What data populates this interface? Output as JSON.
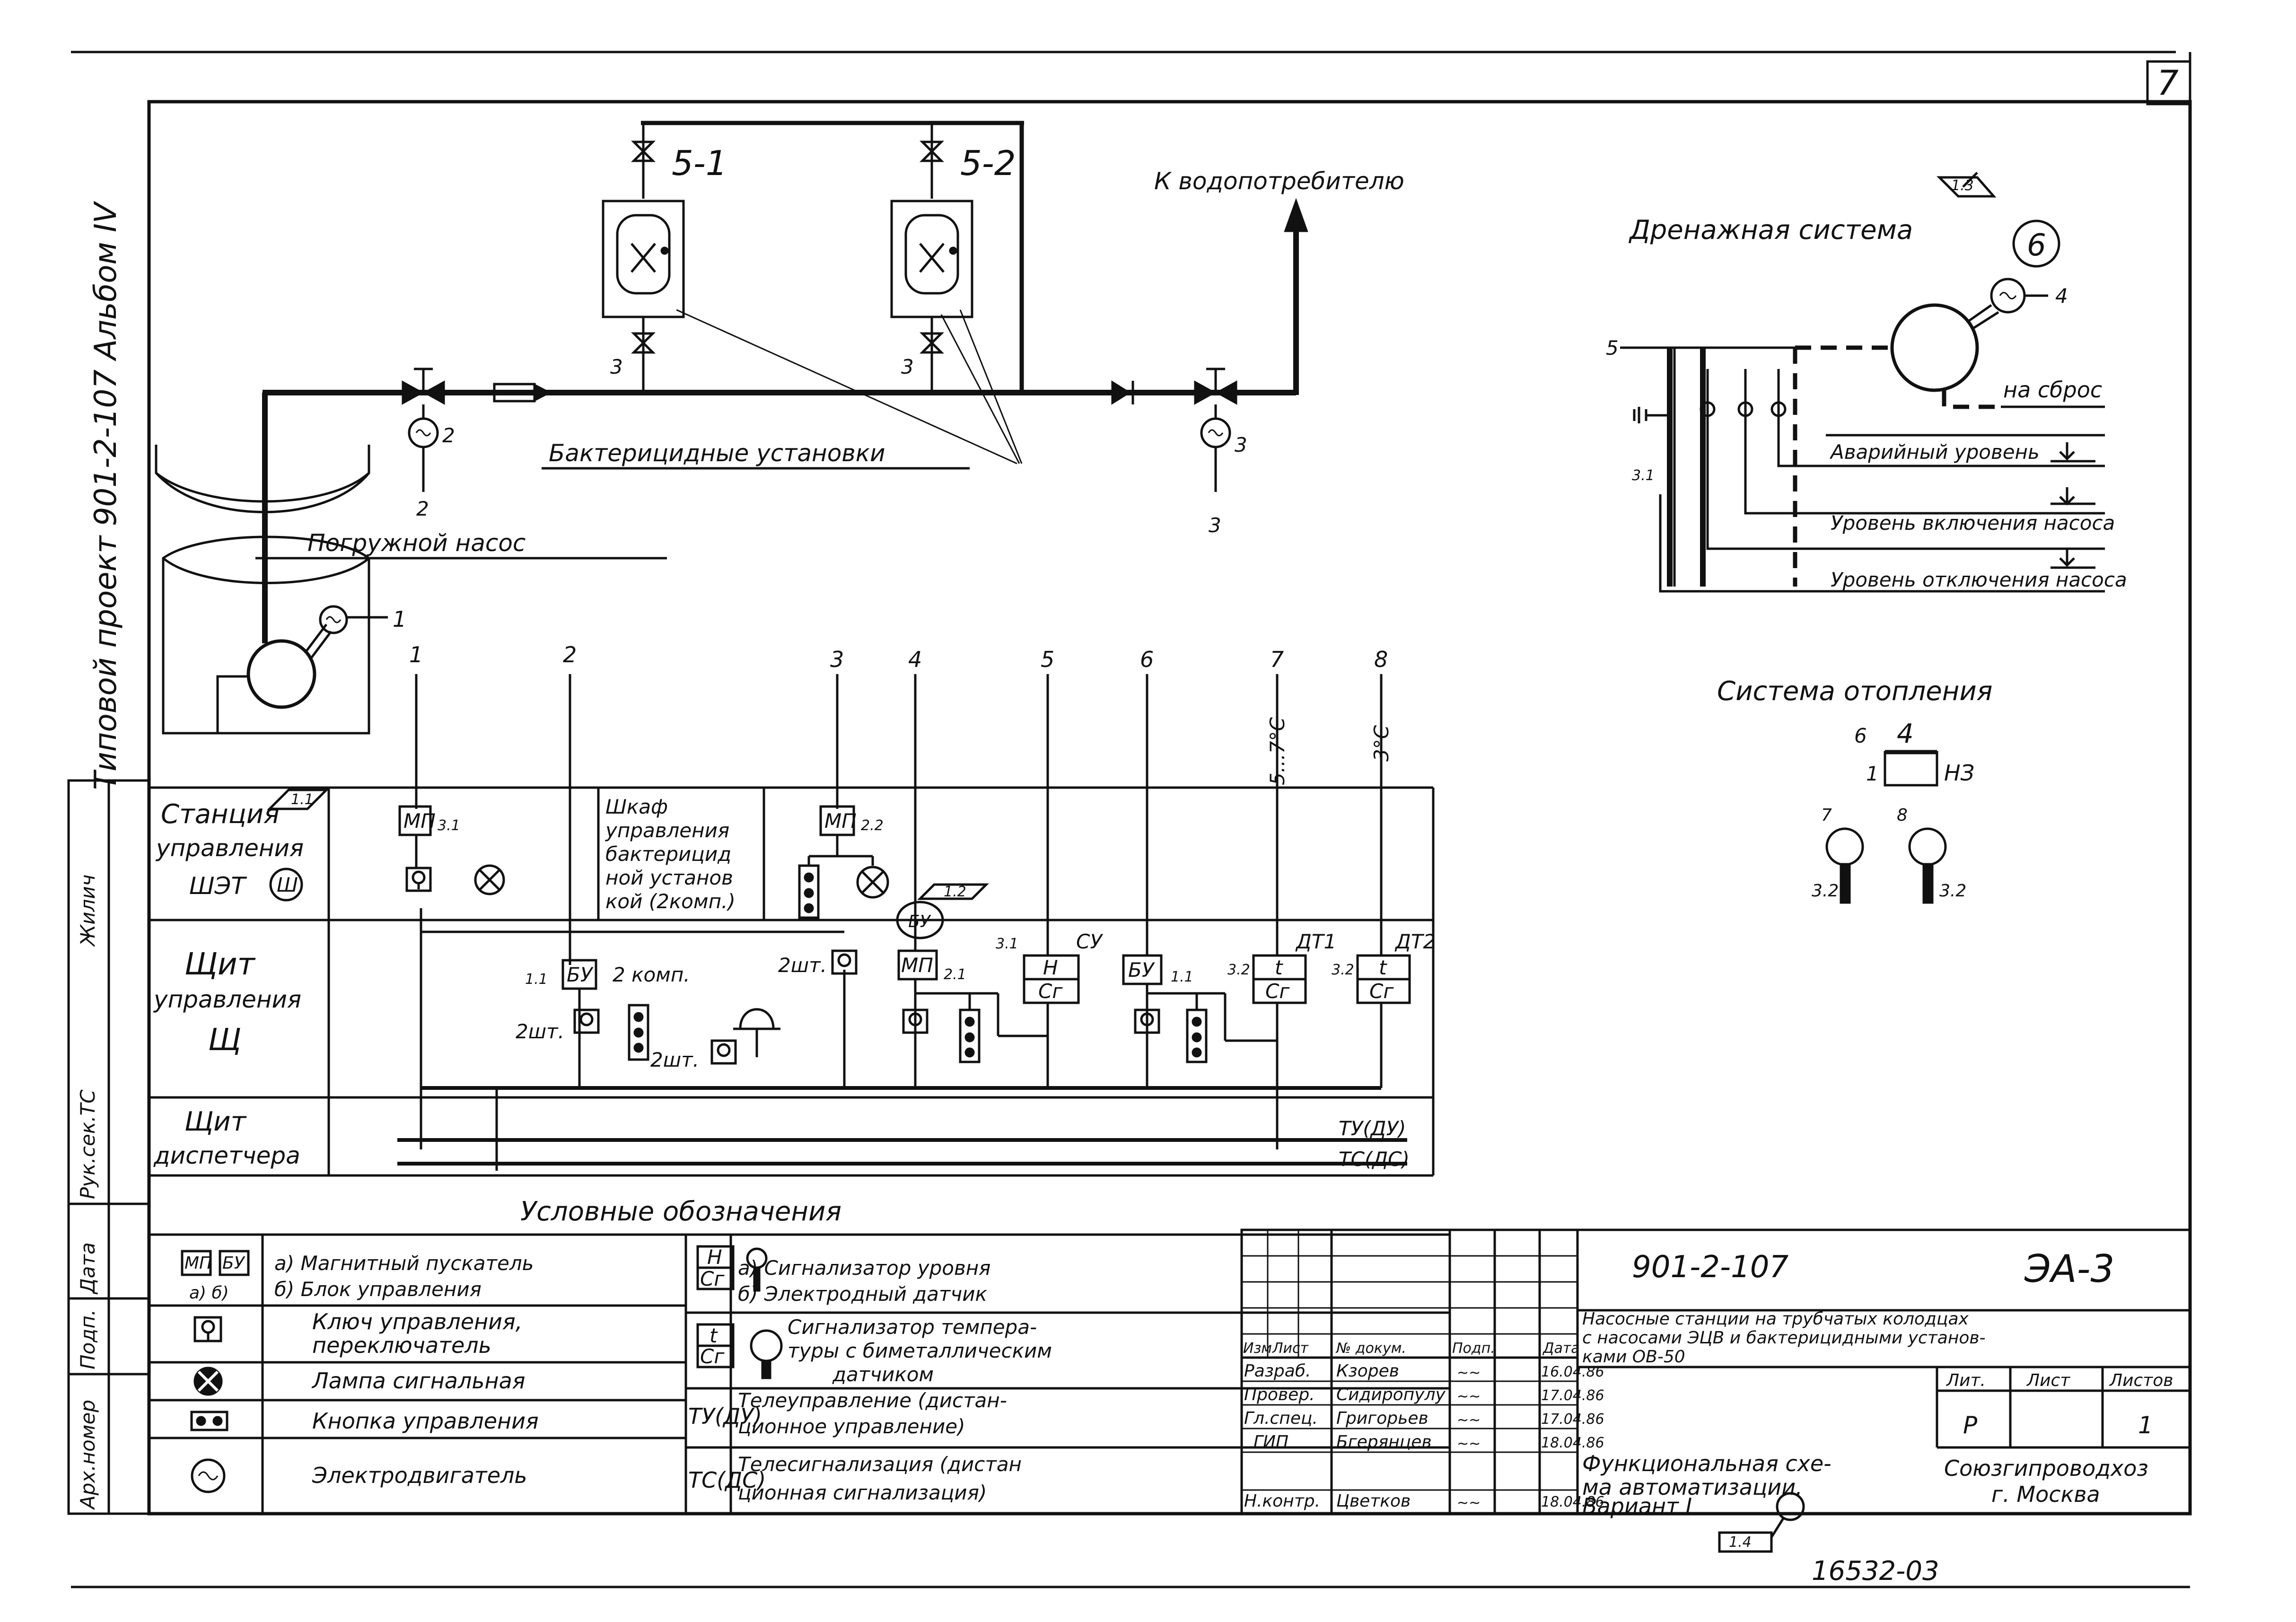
{
  "sheet": {
    "sheet_number": "7",
    "document_code": "901-2-107",
    "drawing_code": "ЭА-3",
    "stamp_number": "16532-03",
    "left_vertical_text": "Типовой проект 901-2-107 Альбом IV",
    "left_strip": [
      "Рук.сек.ТС",
      "Жилич",
      "Дата",
      "Подп.",
      "Арх.номер"
    ]
  },
  "diagram": {
    "bactericidal_units": [
      "5-1",
      "5-2"
    ],
    "to_consumer": "К водопотребителю",
    "bactericidal_label": "Бактерицидные установки",
    "pump_label": "Погружной насос",
    "motor_tags": [
      "1",
      "2",
      "3",
      "2",
      "3",
      "3"
    ],
    "drainage": {
      "title": "Дренажная система",
      "tag": "6",
      "ref": "1.3",
      "motor_tag": "4",
      "bus_tag": "5",
      "node_tag": "3.1",
      "discharge": "на сброс",
      "levels": [
        "Аварийный уровень",
        "Уровень включения насоса",
        "Уровень отключения насоса"
      ]
    },
    "heating": {
      "title": "Система отопления",
      "tag_left": "6",
      "tag_top": "4",
      "tag_no": "НЗ",
      "tag_one": "1",
      "sensors": [
        {
          "tag": "7",
          "sub": "3.2"
        },
        {
          "tag": "8",
          "sub": "3.2"
        }
      ]
    }
  },
  "matrix": {
    "rows": [
      "Станция управления ШЭТ",
      "Щит управления Щ",
      "Щит диспетчера"
    ],
    "row_badge": "Ш",
    "row_ref": "1.1",
    "cabinet": "Шкаф управления бактерицидной установкой (2 комп.)",
    "columns": [
      "1",
      "2",
      "3",
      "4",
      "5",
      "6",
      "7",
      "8"
    ],
    "col_temps": [
      "5...7°С",
      "3°С"
    ],
    "items": {
      "mp1": "МП",
      "mp1_tag": "3.1",
      "mp2": "МП",
      "mp2_tag": "2.2",
      "bu1": "БУ",
      "bu1_tag": "1.1",
      "bu1_note": "2 комп.",
      "sht1": "2шт.",
      "sht2": "2шт.",
      "sht3": "2шт.",
      "mp3": "МП",
      "mp3_tag": "2.1",
      "bu_ref": "1.2",
      "bu_circle": "БУ",
      "su": "СУ",
      "su_tag": "3.1",
      "su_top": "Н",
      "su_bot": "Сг",
      "bu2": "БУ",
      "bu2_tag": "1.1",
      "dt1": "ДТ1",
      "dt1_tag": "3.2",
      "dt1_top": "t",
      "dt1_bot": "Сг",
      "dt2": "ДТ2",
      "dt2_tag": "3.2",
      "dt2_top": "t",
      "dt2_bot": "Сг"
    },
    "bus_labels": [
      "ТУ(ДУ)",
      "ТС(ДС)"
    ]
  },
  "legend": {
    "title": "Условные обозначения",
    "left": [
      {
        "sym": "МП  БУ",
        "sub": "а)   б)",
        "text": "а) Магнитный пускатель\nб) Блок управления"
      },
      {
        "sym": "",
        "text": "Ключ управления, переключатель"
      },
      {
        "sym": "",
        "text": "Лампа сигнальная"
      },
      {
        "sym": "",
        "text": "Кнопка управления"
      },
      {
        "sym": "",
        "text": "Электродвигатель"
      }
    ],
    "right": [
      {
        "sym": "Н/Сг",
        "text": "а) Сигнализатор уровня\nб) Электродный датчик"
      },
      {
        "sym": "t/Сг",
        "text": "Сигнализатор температуры с биметаллическим датчиком"
      },
      {
        "sym": "ТУ(ДУ)",
        "text": "Телеуправление (дистанционное управление)"
      },
      {
        "sym": "ТС(ДС)",
        "text": "Телесигнализация (дистанционная сигнализация)"
      }
    ]
  },
  "title_block": {
    "headers": [
      "Изм",
      "Лист",
      "№ докум.",
      "Подп.",
      "Дата"
    ],
    "people": [
      {
        "role": "Разраб.",
        "name": "Кзорев",
        "date": "16.04.86"
      },
      {
        "role": "Провер.",
        "name": "Сидиропулу",
        "date": "17.04.86"
      },
      {
        "role": "Гл.спец.",
        "name": "Григорьев",
        "date": "17.04.86"
      },
      {
        "role": "ГИП",
        "name": "Бгерянцев",
        "date": "18.04.86"
      },
      {
        "role": "Н.контр.",
        "name": "Цветков",
        "date": "18.04.86"
      }
    ],
    "subject": "Насосные станции на трубчатых колодцах с насосами ЭЦВ и бактерицидными установками ОВ-50",
    "title": "Функциональная схема автоматизации. Вариант I",
    "variant_ref": "1.4",
    "lit_headers": [
      "Лит.",
      "Лист",
      "Листов"
    ],
    "lit_values": [
      "Р",
      "",
      "1"
    ],
    "org": "Союзгипроводхоз г. Москва"
  }
}
